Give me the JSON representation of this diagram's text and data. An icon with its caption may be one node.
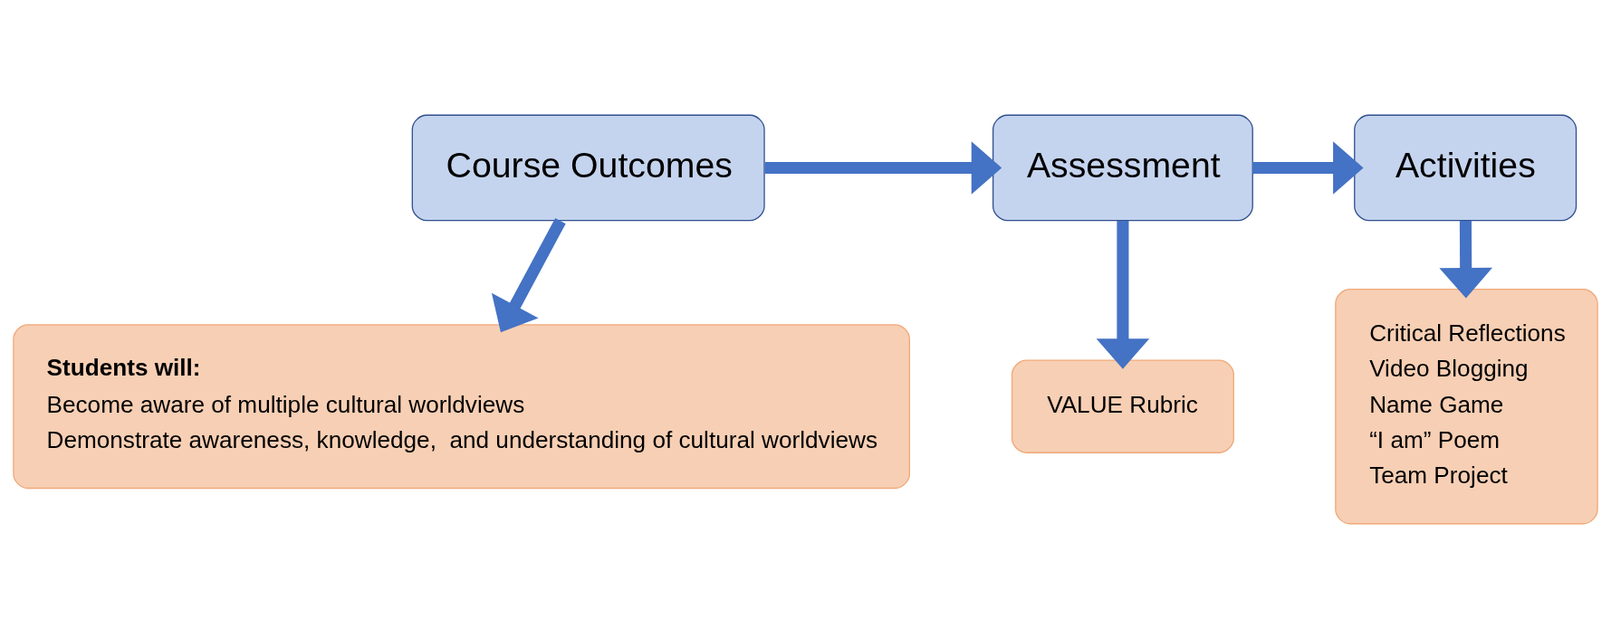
{
  "diagram": {
    "nodes": [
      {
        "text": [
          "Course Outcomes"
        ]
      },
      {
        "text": [
          "Assessment"
        ]
      },
      {
        "text": [
          "Activities"
        ]
      },
      {
        "text": [
          "Students will:",
          "Become aware of multiple cultural worldviews",
          "Demonstrate awareness, knowledge,  and understanding of cultural worldviews"
        ]
      },
      {
        "text": [
          "VALUE Rubric"
        ]
      },
      {
        "text": [
          "Critical Reflections",
          "Video Blogging",
          "Name Game",
          "“I am” Poem",
          "Team Project"
        ]
      }
    ],
    "edges": [
      {
        "from": 0,
        "to": 1,
        "arrow": "to"
      },
      {
        "from": 1,
        "to": 2,
        "arrow": "to"
      },
      {
        "from": 0,
        "to": 3,
        "arrow": "to"
      },
      {
        "from": 1,
        "to": 4,
        "arrow": "to"
      },
      {
        "from": 2,
        "to": 5,
        "arrow": "to"
      }
    ]
  }
}
